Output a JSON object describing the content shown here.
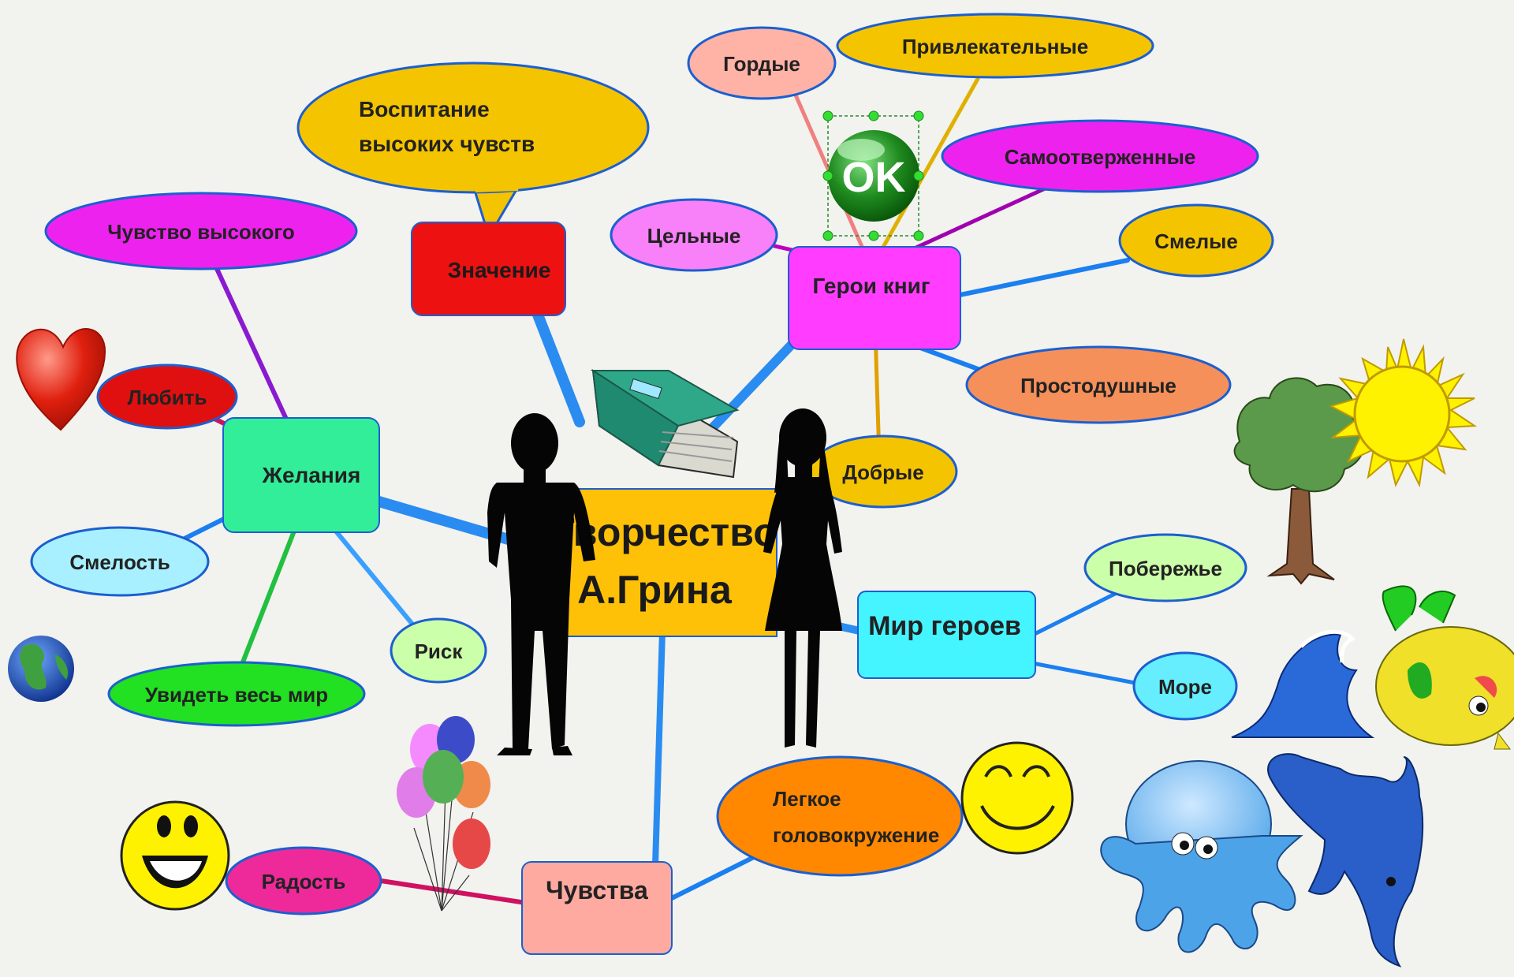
{
  "center": {
    "line1": "Творчество",
    "line2": "А.Грина"
  },
  "branches": {
    "heroes": {
      "label": "Герои книг",
      "items": [
        "Гордые",
        "Привлекательные",
        "Самоотверженные",
        "Цельные",
        "Смелые",
        "Простодушные",
        "Добрые"
      ]
    },
    "meaning": {
      "label": "Значение",
      "items": [
        "Воспитание",
        "высоких чувств"
      ]
    },
    "desires": {
      "label": "Желания",
      "items": [
        "Чувство высокого",
        "Любить",
        "Смелость",
        "Риск",
        "Увидеть весь мир"
      ]
    },
    "world": {
      "label": "Мир героев",
      "items": [
        "Побережье",
        "Море"
      ]
    },
    "feelings": {
      "label": "Чувства",
      "items": [
        "Радость",
        "Легкое",
        "головокружение"
      ]
    }
  },
  "ok_button": "OK",
  "colors": {
    "background": "#f2f2ee",
    "center_box": "#ffc107",
    "heroes_box": "#ff3cff",
    "meaning_box": "#ee1111",
    "desires_box": "#33ee99",
    "world_box": "#44f4ff",
    "feelings_box": "#ffaaa0"
  },
  "icons": [
    "heart-icon",
    "globe-icon",
    "book-icon",
    "man-silhouette-icon",
    "woman-silhouette-icon",
    "ok-button-icon",
    "tree-icon",
    "sun-icon",
    "wave-icon",
    "fish-icon",
    "octopus-icon",
    "dolphin-icon",
    "balloons-icon",
    "smiley-icon"
  ]
}
